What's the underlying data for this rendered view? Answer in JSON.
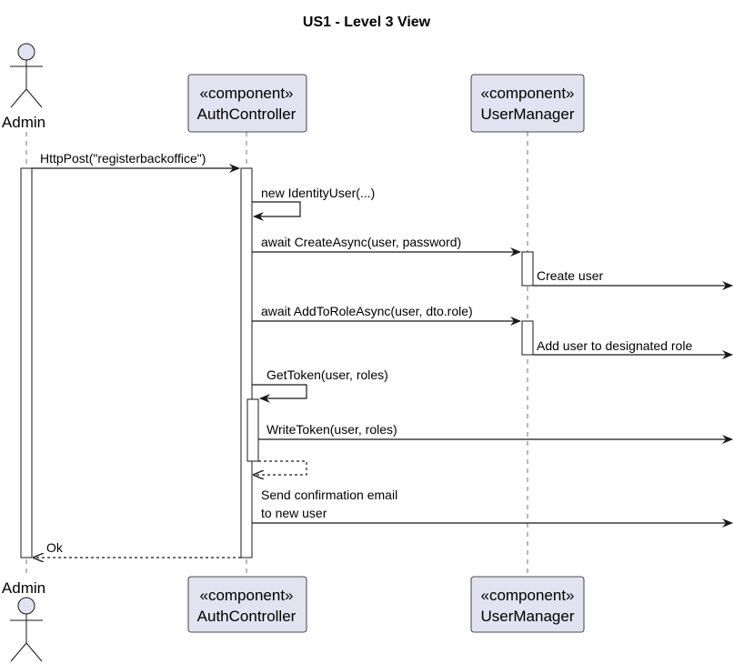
{
  "diagram": {
    "title": "US1 - Level 3 View",
    "colors": {
      "box_fill": "#e2e2f0",
      "box_stroke": "#181818",
      "line": "#181818",
      "lifeline": "#181818",
      "activation_fill": "#ffffff"
    },
    "participants": [
      {
        "id": "admin",
        "kind": "actor",
        "label": "Admin"
      },
      {
        "id": "auth",
        "kind": "component",
        "stereotype": "«component»",
        "label": "AuthController"
      },
      {
        "id": "um",
        "kind": "component",
        "stereotype": "«component»",
        "label": "UserManager"
      }
    ],
    "messages": [
      {
        "id": "m1",
        "from": "admin",
        "to": "auth",
        "text": "HttpPost(\"registerbackoffice\")",
        "style": "sync"
      },
      {
        "id": "m2",
        "from": "auth",
        "to": "auth",
        "text": "new IdentityUser(...)",
        "style": "self"
      },
      {
        "id": "m3",
        "from": "auth",
        "to": "um",
        "text": "await CreateAsync(user, password)",
        "style": "sync"
      },
      {
        "id": "m4",
        "from": "um",
        "to": "external",
        "text": "Create user",
        "style": "sync"
      },
      {
        "id": "m5",
        "from": "auth",
        "to": "um",
        "text": "await AddToRoleAsync(user, dto.role)",
        "style": "sync"
      },
      {
        "id": "m6",
        "from": "um",
        "to": "external",
        "text": "Add user to designated role",
        "style": "sync"
      },
      {
        "id": "m7",
        "from": "auth",
        "to": "auth",
        "text": "GetToken(user, roles)",
        "style": "self"
      },
      {
        "id": "m8",
        "from": "auth",
        "to": "external",
        "text": "WriteToken(user, roles)",
        "style": "sync"
      },
      {
        "id": "m9",
        "from": "auth",
        "to": "auth",
        "text": "",
        "style": "self-return"
      },
      {
        "id": "m10",
        "from": "auth",
        "to": "external",
        "text": [
          "Send confirmation email",
          "to new user"
        ],
        "style": "sync"
      },
      {
        "id": "m11",
        "from": "auth",
        "to": "admin",
        "text": "Ok",
        "style": "return"
      }
    ]
  }
}
